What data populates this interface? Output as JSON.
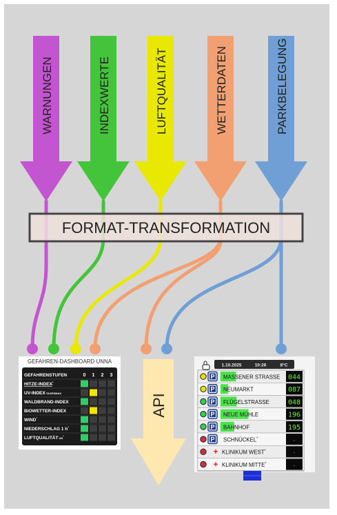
{
  "sources": [
    {
      "label": "WARNUNGEN",
      "color": "#c455d0"
    },
    {
      "label": "INDEXWERTE",
      "color": "#44c43a"
    },
    {
      "label": "LUFTQUALITÄT",
      "color": "#e9e800"
    },
    {
      "label": "WETTERDATEN",
      "color": "#f2a072"
    },
    {
      "label": "PARKBELEGUNG",
      "color": "#6f9fd4"
    }
  ],
  "transform_label": "FORMAT-TRANSFORMATION",
  "api_label": "API",
  "hazard": {
    "title": "GEFAHREN-DASHBOARD UNNA",
    "header": "GEFAHRENSTUFEN",
    "levels": [
      "0",
      "1",
      "2",
      "3"
    ],
    "rows": [
      {
        "label": "HITZE-INDEX",
        "sup": "*",
        "sub": "",
        "level": 0,
        "color": "#33cc66"
      },
      {
        "label": "UV-INDEX",
        "sup": "",
        "sub": "TAGESMAX",
        "level": 1,
        "color": "#f2e600"
      },
      {
        "label": "WALDBRAND-INDEX",
        "sup": "",
        "sub": "",
        "level": 0,
        "color": "#33cc66"
      },
      {
        "label": "BIOWETTER-INDEX",
        "sup": "",
        "sub": "",
        "level": 1,
        "color": "#f2e600"
      },
      {
        "label": "WIND",
        "sup": "*",
        "sub": "",
        "level": 0,
        "color": "#33cc66"
      },
      {
        "label": "NIEDERSCHLAG 1 h",
        "sup": "*",
        "sub": "",
        "level": 0,
        "color": "#33cc66"
      },
      {
        "label": "LUFTQUALITÄT",
        "sup": "",
        "sub": "UN",
        "level": 0,
        "color": "#33cc66",
        "sub_sup": "*"
      }
    ]
  },
  "parking": {
    "date": "1.10.2025",
    "time": "10:26",
    "temp": "8°C",
    "rows": [
      {
        "status": "#e8e000",
        "kind": "P",
        "name": "MASSENER STRASSE",
        "sup": "",
        "value": "044",
        "fill": 0.25
      },
      {
        "status": "#e8e000",
        "kind": "P",
        "name": "NEUMARKT",
        "sup": "",
        "value": "087",
        "fill": 0.12
      },
      {
        "status": "#33cc55",
        "kind": "P",
        "name": "FLÜGELSTRASSE",
        "sup": "",
        "value": "048",
        "fill": 0.26
      },
      {
        "status": "#33cc55",
        "kind": "P",
        "name": "NEUE MÜHLE",
        "sup": "",
        "value": "196",
        "fill": 0.45
      },
      {
        "status": "#33cc55",
        "kind": "P",
        "name": "BAHNHOF",
        "sup": "",
        "value": "195",
        "fill": 0.22
      },
      {
        "status": "#cc3344",
        "kind": "P",
        "name": "SCHNÜCKEL",
        "sup": "*",
        "value": "-",
        "fill": 0
      },
      {
        "status": "#cc3344",
        "kind": "+",
        "name": "KLINIKUM WEST",
        "sup": "*",
        "value": "-",
        "fill": 0
      },
      {
        "status": "#cc3344",
        "kind": "+",
        "name": "KLINIKUM MITTE",
        "sup": "*",
        "value": "-",
        "fill": 0
      }
    ]
  }
}
